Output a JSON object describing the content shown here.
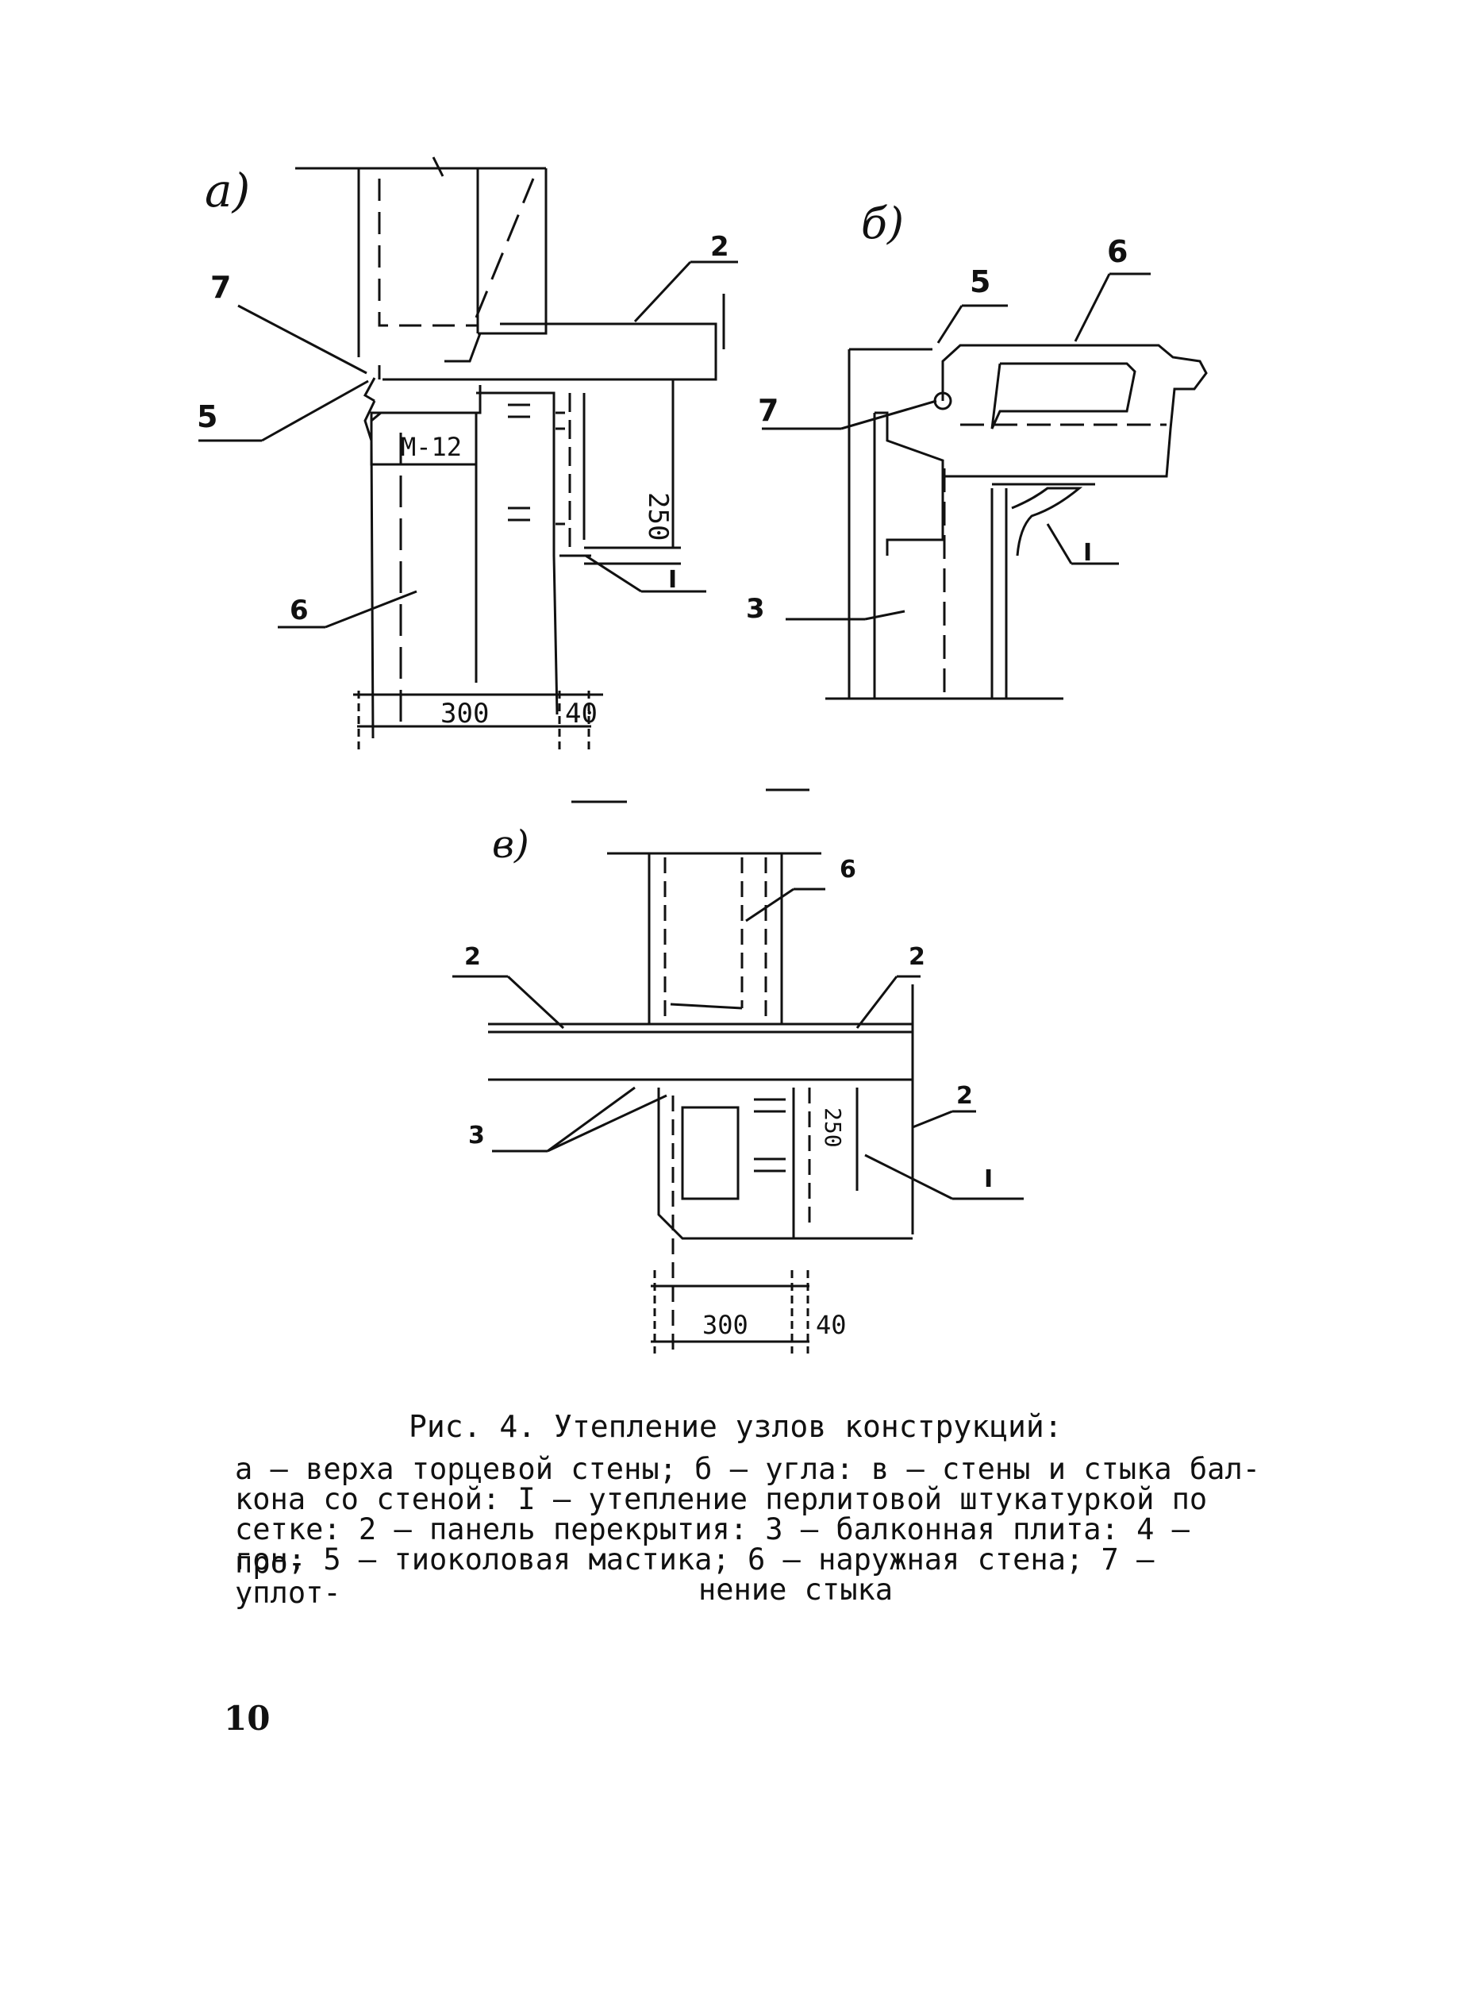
{
  "figure": {
    "panels": [
      {
        "letter": "а)",
        "labels": [
          "7",
          "5",
          "2",
          "6"
        ],
        "inner_label": "М-12",
        "dims": [
          "300",
          "40",
          "250"
        ],
        "callout": "I"
      },
      {
        "letter": "б)",
        "labels": [
          "5",
          "6",
          "7",
          "3"
        ],
        "callout": "I"
      },
      {
        "letter": "в)",
        "labels": [
          "6",
          "2",
          "2",
          "3",
          "2"
        ],
        "dims": [
          "300",
          "40",
          "250"
        ],
        "callout": "I"
      }
    ]
  },
  "caption": {
    "title": "Рис. 4. Утепление узлов конструкций:",
    "lines": [
      "а – верха торцевой стены; б – угла: в – стены и стыка бал-",
      "кона со стеной: I – утепление перлитовой штукатуркой по",
      "сетке: 2 – панель перекрытия: 3 – балконная плита: 4 – про-",
      "гон; 5 – тиоколовая мастика; 6 – наружная стена; 7 – уплот-",
      "нение стыка"
    ]
  },
  "page_number": "10"
}
